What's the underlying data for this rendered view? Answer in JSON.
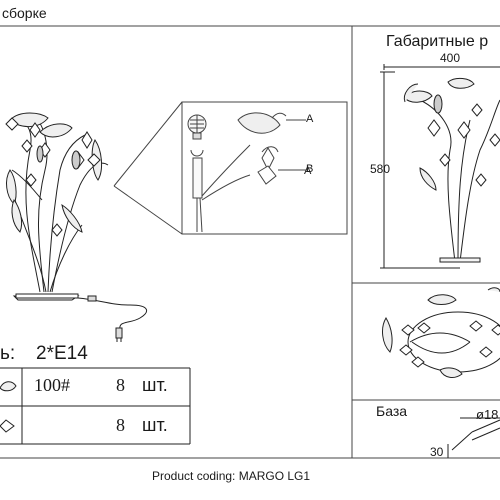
{
  "header": {
    "assembly_fragment": "сборке"
  },
  "left": {
    "lamp_fragment": "ь:",
    "lamp_spec": "2*E14",
    "table": [
      {
        "qty_code": "100#",
        "count": "8",
        "unit": "шт."
      },
      {
        "count": "8",
        "unit": "шт."
      }
    ],
    "detail_labels": {
      "a": "A",
      "b": "B"
    }
  },
  "right": {
    "dimensions_fragment": "Габаритные р",
    "width": "400",
    "height": "580",
    "base_label": "База",
    "base_diameter_fragment": "ø18",
    "base_height": "30"
  },
  "footer": {
    "product_coding": "Product coding: MARGO  LG1"
  },
  "colors": {
    "line": "#222222",
    "frame": "#444444",
    "leaf_fill": "#efefef"
  }
}
